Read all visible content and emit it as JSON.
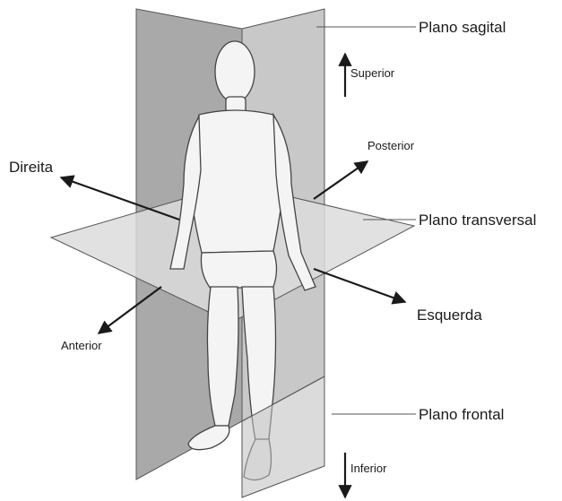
{
  "labels": {
    "sagittal_plane": "Plano sagital",
    "transverse_plane": "Plano transversal",
    "frontal_plane": "Plano frontal",
    "superior": "Superior",
    "inferior": "Inferior",
    "posterior": "Posterior",
    "anterior": "Anterior",
    "right": "Direita",
    "left": "Esquerda"
  },
  "colors": {
    "plane_dark": "#a6a6a6",
    "plane_mid": "#b9b9b9",
    "plane_light": "#d9d9d9",
    "body_fill": "#f2f2f2",
    "outline": "#4a4a4a",
    "arrow": "#1a1a1a"
  }
}
